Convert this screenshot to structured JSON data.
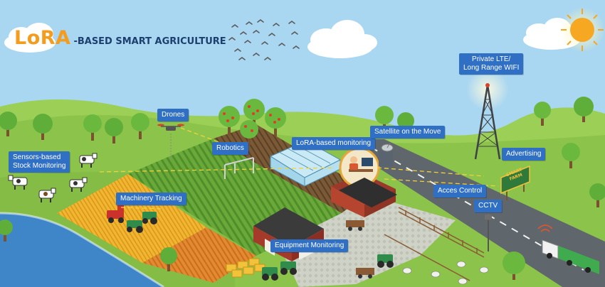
{
  "title": {
    "brand": "LoRA",
    "rest": "-BASED SMART AGRICULTURE"
  },
  "callouts": {
    "drones": "Drones",
    "sensors_stock": "Sensors-based\nStock Monitoring",
    "robotics": "Robotics",
    "lora_monitoring": "LoRA-based monitoring",
    "satellite": "Satellite on the Move",
    "private_lte": "Private LTE/\nLong Range WIFI",
    "advertising": "Advertising",
    "machinery_tracking": "Machinery Tracking",
    "access_control": "Acces Control",
    "cctv": "CCTV",
    "equipment_monitoring": "Equipment Monitoring"
  },
  "sign_text": "SMART\nFARM",
  "colors": {
    "sky": "#a9d6f0",
    "grass": "#8cc34a",
    "callout": "#2f6fc4",
    "brand": "#f39c1e",
    "title_dark": "#1d3f6e",
    "road": "#5f666c",
    "water": "#3f86c9"
  }
}
